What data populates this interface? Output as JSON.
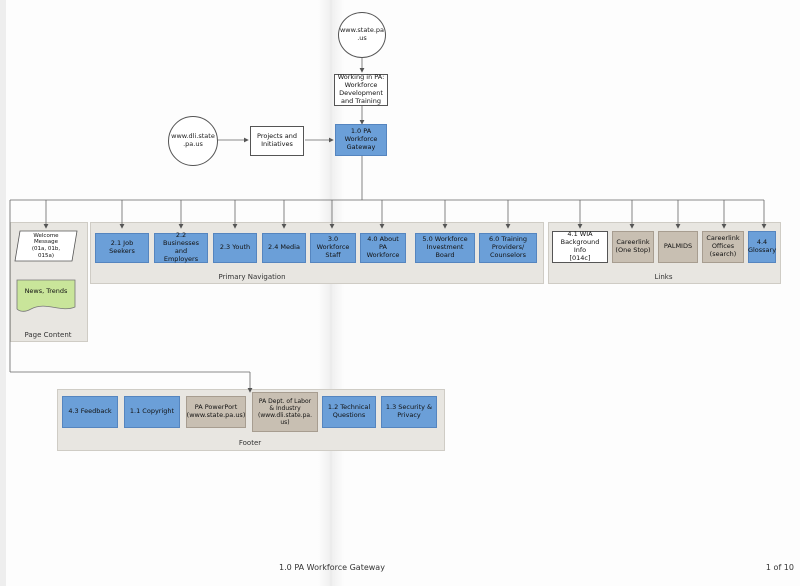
{
  "nodes": {
    "state_site": "www.state.pa\n.us",
    "working_pa": "Working in PA:\nWorkforce\nDevelopment\nand Training",
    "dli_site": "www.dli.state\n.pa.us",
    "projects": "Projects and\nInitiatives",
    "gateway": "1.0 PA\nWorkforce\nGateway",
    "welcome": "Welcome\nMessage\n(01a, 01b,\n015a)",
    "news": "News, Trends"
  },
  "panels": {
    "page_content": "Page Content",
    "primary_nav": "Primary Navigation",
    "links": "Links",
    "footer": "Footer"
  },
  "primary_nav": [
    "2.1 Job Seekers",
    "2.2 Businesses\nand Employers",
    "2.3 Youth",
    "2.4 Media",
    "3.0 Workforce\nStaff",
    "4.0 About PA\nWorkforce",
    "5.0 Workforce\nInvestment\nBoard",
    "6.0 Training\nProviders/\nCounselors"
  ],
  "links": [
    "4.1 WIA\nBackground Info\n[014c]",
    "Careerlink\n(One Stop)",
    "PALMIDS",
    "Careerlink\nOffices\n(search)",
    "4.4\nGlossary"
  ],
  "footer": [
    "4.3 Feedback",
    "1.1 Copyright",
    "PA PowerPort\n(www.state.pa.us)",
    "PA Dept. of Labor\n& Industry\n(www.dli.state.pa.\nus)",
    "1.2 Technical\nQuestions",
    "1.3 Security &\nPrivacy"
  ],
  "page": {
    "title": "1.0 PA Workforce Gateway",
    "number": "1 of 10"
  },
  "colors": {
    "blue": "#6b9fd8",
    "tan": "#c8bfb2",
    "panel": "#e8e6e1",
    "news": "#c9e59a"
  }
}
